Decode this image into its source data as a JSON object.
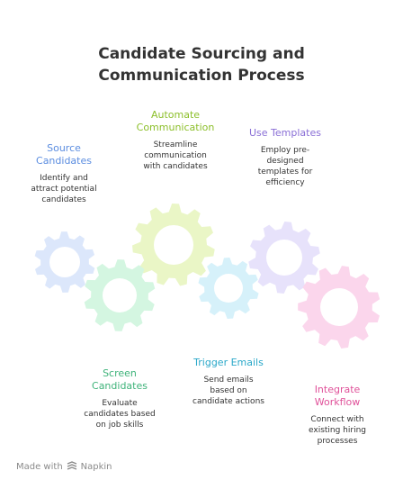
{
  "title_line1": "Candidate Sourcing and",
  "title_line2": "Communication Process",
  "steps": [
    {
      "title": "Source Candidates",
      "title1": "Source",
      "title2": "Candidates",
      "desc1": "Identify and",
      "desc2": "attract potential",
      "desc3": "candidates",
      "color": "#5b8de0"
    },
    {
      "title": "Automate Communication",
      "title1": "Automate",
      "title2": "Communication",
      "desc1": "Streamline",
      "desc2": "communication",
      "desc3": "with candidates",
      "color": "#8cbf2a"
    },
    {
      "title": "Use Templates",
      "title1": "Use Templates",
      "desc1": "Employ pre-",
      "desc2": "designed",
      "desc3": "templates for",
      "desc4": "efficiency",
      "color": "#8a6fd6"
    },
    {
      "title": "Screen Candidates",
      "title1": "Screen",
      "title2": "Candidates",
      "desc1": "Evaluate",
      "desc2": "candidates based",
      "desc3": "on job skills",
      "color": "#3fb37a"
    },
    {
      "title": "Trigger Emails",
      "title1": "Trigger Emails",
      "desc1": "Send emails",
      "desc2": "based on",
      "desc3": "candidate actions",
      "color": "#2aa8c9"
    },
    {
      "title": "Integrate Workflow",
      "title1": "Integrate",
      "title2": "Workflow",
      "desc1": "Connect with",
      "desc2": "existing hiring",
      "desc3": "processes",
      "color": "#e0529a"
    }
  ],
  "gear_colors": {
    "source": "#dce7fb",
    "automate": "#eaf6c6",
    "templates": "#e7e2fb",
    "screen": "#d4f6e1",
    "trigger": "#d6f1fa",
    "integrate": "#fbd6ec"
  },
  "footer": {
    "made_with": "Made with",
    "brand": "Napkin",
    "icon": "napkin-logo-icon"
  }
}
